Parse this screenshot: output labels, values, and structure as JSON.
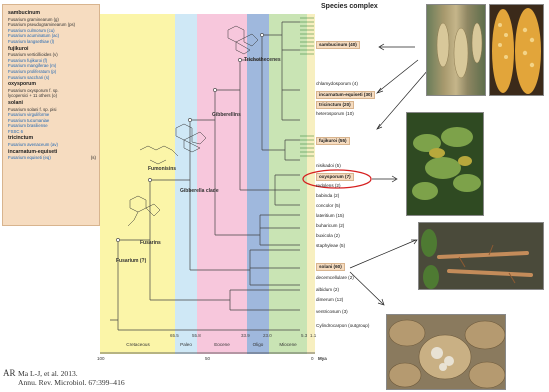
{
  "title": "Species complex",
  "legend": [
    {
      "group": "sambucinum",
      "species": [
        {
          "name": "Fusarium graminearum (g)",
          "blue": false
        },
        {
          "name": "Fusarium pseudograminearum (ps)",
          "blue": false
        },
        {
          "name": "Fusarium culmorum (cu)",
          "blue": true
        },
        {
          "name": "Fusarium acuminatum (ac)",
          "blue": true
        },
        {
          "name": "Fusarium langsethiae (l)",
          "blue": true
        }
      ]
    },
    {
      "group": "fujikuroi",
      "species": [
        {
          "name": "Fusarium verticillioides (v)",
          "blue": false
        },
        {
          "name": "Fusarium fujikuroi (f)",
          "blue": true
        },
        {
          "name": "Fusarium mangiferae (m)",
          "blue": true
        },
        {
          "name": "Fusarium proliferatum (p)",
          "blue": true
        },
        {
          "name": "Fusarium sacchari (s)",
          "blue": true
        }
      ]
    },
    {
      "group": "oxysporum",
      "species": [
        {
          "name": "Fusarium oxysporum f. sp.",
          "blue": false
        },
        {
          "name": "lycopersici + 11 others (o)",
          "blue": false
        }
      ]
    },
    {
      "group": "solani",
      "species": [
        {
          "name": "Fusarium solani f. sp. pisi",
          "blue": false
        },
        {
          "name": "Fusarium virguliforme",
          "blue": true
        },
        {
          "name": "Fusarium tucumaniae",
          "blue": true
        },
        {
          "name": "Fusarium brasiliense",
          "blue": true
        },
        {
          "name": "FSSC 6",
          "blue": true
        }
      ]
    },
    {
      "group": "tricinctum",
      "species": [
        {
          "name": "Fusarium avenaceum (av)",
          "blue": true
        }
      ]
    },
    {
      "group": "incarnatum-equiseti",
      "species": [
        {
          "name": "Fusarium equiseti (eq)",
          "blue": true
        }
      ]
    }
  ],
  "legend_side_label": "(s)",
  "periods": [
    {
      "label": "Cretaceous",
      "color": "#fbf5a8"
    },
    {
      "label": "Paleo",
      "color": "#cfe8f6"
    },
    {
      "label": "Eocene",
      "color": "#f7c7dc"
    },
    {
      "label": "Oligo",
      "color": "#9fb8dd"
    },
    {
      "label": "Miocene",
      "color": "#c9e4b4"
    },
    {
      "label": "",
      "color": "#f7efc0"
    }
  ],
  "period_ticks": [
    "65.5",
    "55.8",
    "33.9",
    "23.0",
    "5.3",
    "1.1"
  ],
  "axis_numbers": [
    "100",
    "50",
    "0"
  ],
  "axis_unit": "Mya",
  "clades": [
    {
      "label": "sambucinum (40)",
      "highlight": true
    },
    {
      "label": "chlamydosporum (4)",
      "highlight": false
    },
    {
      "label": "incarnatum-equiseti (30)",
      "highlight": true
    },
    {
      "label": "tricinctum (20)",
      "highlight": true
    },
    {
      "label": "heterosporum (10)",
      "highlight": false
    },
    {
      "label": "fujikuroi (55)",
      "highlight": true
    },
    {
      "label": "nisikadoi (5)",
      "highlight": false
    },
    {
      "label": "oxysporum (7)",
      "highlight": true
    },
    {
      "label": "redolens (2)",
      "highlight": false
    },
    {
      "label": "babinda (2)",
      "highlight": false
    },
    {
      "label": "concolor (5)",
      "highlight": false
    },
    {
      "label": "lateritium (15)",
      "highlight": false
    },
    {
      "label": "buharicum (2)",
      "highlight": false
    },
    {
      "label": "buxicola (2)",
      "highlight": false
    },
    {
      "label": "staphyleae (5)",
      "highlight": false
    },
    {
      "label": "solani (60)",
      "highlight": true
    },
    {
      "label": "decemcellulare (2)",
      "highlight": false
    },
    {
      "label": "albidum (2)",
      "highlight": false
    },
    {
      "label": "dimerum (12)",
      "highlight": false
    },
    {
      "label": "ventricosum (3)",
      "highlight": false
    },
    {
      "label": "Cylindrocarpon (outgroup)",
      "highlight": false
    }
  ],
  "nodes": [
    "Trichothecenes",
    "Gibberellins",
    "Fumonisins",
    "Gibberella clade",
    "Fusarins",
    "Fusarium (?)"
  ],
  "citation": [
    "Ma L-J, et al. 2013.",
    "Annu. Rev. Microbiol. 67:399–416"
  ],
  "ar_logo": "AR",
  "photos": [
    "wheat-head-blight",
    "maize-ear-rot",
    "tomato-wilt",
    "root-rot",
    "potato-dry-rot"
  ]
}
